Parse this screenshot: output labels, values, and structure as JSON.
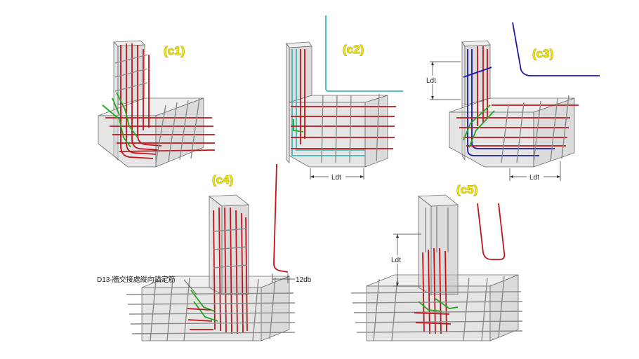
{
  "labels": {
    "c1": "(c1)",
    "c2": "(c2)",
    "c3": "(c3)",
    "c4": "(c4)",
    "c5": "(c5)"
  },
  "dimensions": {
    "c2_ldt": "Ldt",
    "c3_ldt_vertical": "Ldt",
    "c3_ldt_horizontal": "Ldt",
    "c4_hook": "12db",
    "c5_ldt": "Ldt"
  },
  "annotations": {
    "c4_note": "D13-牆交接處縱向錨定筋"
  },
  "colors": {
    "concrete": "#cfcfcf",
    "main_bar": "#c0141a",
    "anchor_bar": "#1fa81f",
    "c2_bar": "#3fb8b8",
    "c3_bar": "#1a1aa8",
    "dist_bar": "#8a8a8a",
    "label_fill": "#f2e600"
  }
}
